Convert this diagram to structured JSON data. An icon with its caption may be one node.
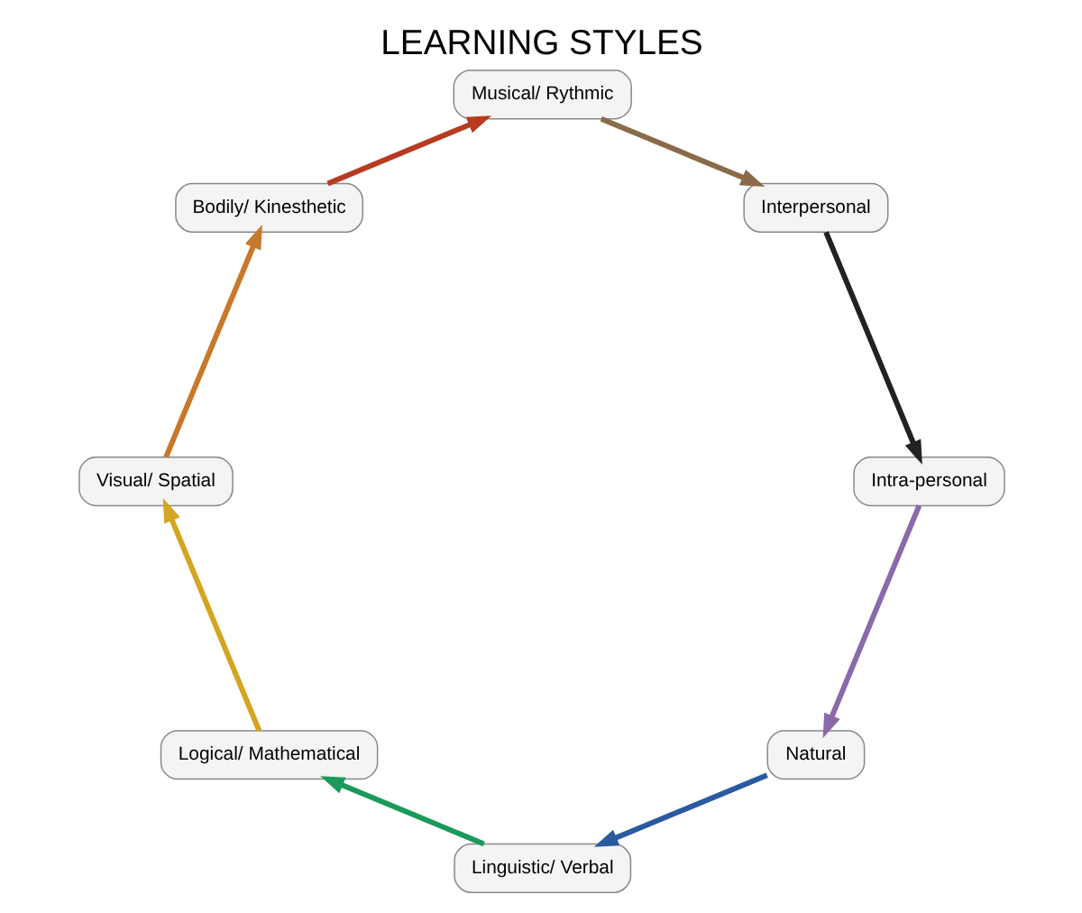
{
  "diagram": {
    "title": "LEARNING STYLES",
    "nodes": [
      {
        "text": [
          "Natural"
        ]
      },
      {
        "text": [
          "Linguistic/ Verbal"
        ]
      },
      {
        "text": [
          "Logical/ Mathematical"
        ]
      },
      {
        "text": [
          "Visual/ Spatial"
        ]
      },
      {
        "text": [
          "Bodily/ Kinesthetic"
        ]
      },
      {
        "text": [
          "Musical/ Rythmic"
        ]
      },
      {
        "text": [
          "Interpersonal"
        ]
      },
      {
        "text": [
          "Intra-personal"
        ]
      }
    ],
    "edges": [
      {
        "from": 0,
        "to": 1,
        "arrow": "to",
        "color": "#2a5aa0"
      },
      {
        "from": 1,
        "to": 2,
        "arrow": "to",
        "color": "#1a9a5a"
      },
      {
        "from": 2,
        "to": 3,
        "arrow": "to",
        "color": "#d4a520"
      },
      {
        "from": 3,
        "to": 4,
        "arrow": "to",
        "color": "#c8782a"
      },
      {
        "from": 4,
        "to": 5,
        "arrow": "to",
        "color": "#b83a20"
      },
      {
        "from": 5,
        "to": 6,
        "arrow": "to",
        "color": "#8a6a48"
      },
      {
        "from": 6,
        "to": 7,
        "arrow": "to",
        "color": "#222222"
      },
      {
        "from": 7,
        "to": 0,
        "arrow": "to",
        "color": "#8a6aaa"
      }
    ]
  }
}
